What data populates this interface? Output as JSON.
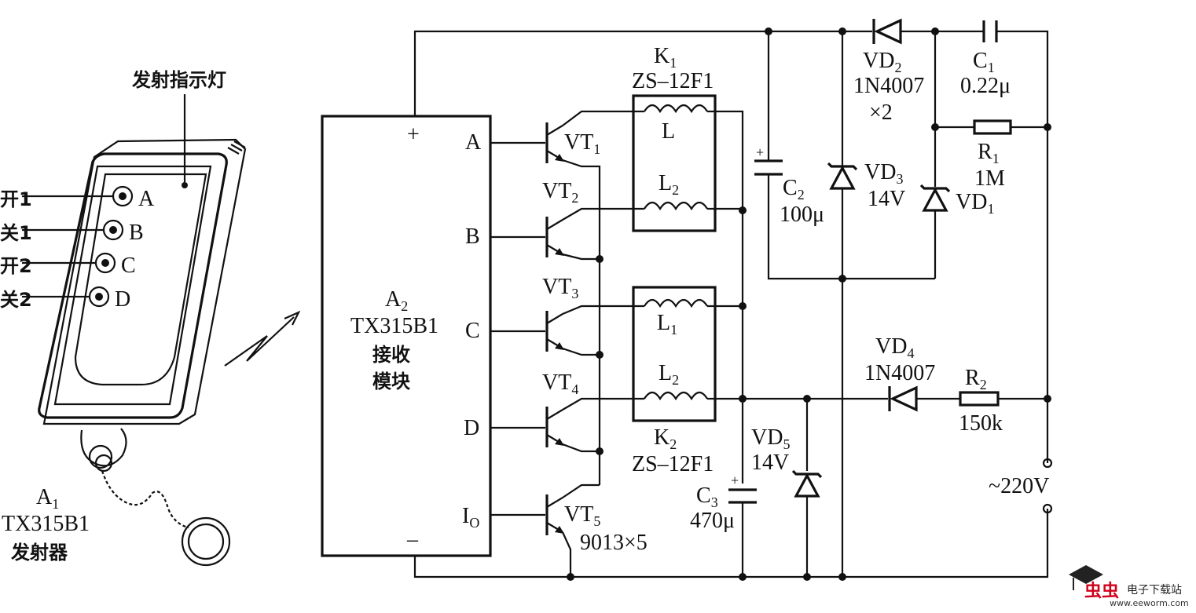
{
  "remote": {
    "indicator_label": "发射指示灯",
    "buttons": [
      {
        "label": "开1",
        "key": "A"
      },
      {
        "label": "关1",
        "key": "B"
      },
      {
        "label": "开2",
        "key": "C"
      },
      {
        "label": "关2",
        "key": "D"
      }
    ],
    "ref": "A",
    "ref_sub": "1",
    "model": "TX315B1",
    "name": "发射器"
  },
  "receiver": {
    "ref": "A",
    "ref_sub": "2",
    "model": "TX315B1",
    "name_line1": "接收",
    "name_line2": "模块",
    "plus": "+",
    "minus": "–",
    "pins": [
      "A",
      "B",
      "C",
      "D"
    ],
    "pin_io": "I",
    "pin_io_sub": "O"
  },
  "transistors": {
    "prefix": "VT",
    "subs": [
      "1",
      "2",
      "3",
      "4",
      "5"
    ],
    "spec": "9013×5"
  },
  "relays": [
    {
      "ref": "K",
      "sub": "1",
      "model": "ZS–12F1",
      "coil_top": "L",
      "coil_top_sub": "",
      "coil_bottom": "L",
      "coil_bottom_sub": "2"
    },
    {
      "ref": "K",
      "sub": "2",
      "model": "ZS–12F1",
      "coil_top": "L",
      "coil_top_sub": "1",
      "coil_bottom": "L",
      "coil_bottom_sub": "2"
    }
  ],
  "components": {
    "c1": {
      "ref": "C",
      "sub": "1",
      "value": "0.22μ"
    },
    "c2": {
      "ref": "C",
      "sub": "2",
      "value": "100μ",
      "polarity": "+"
    },
    "c3": {
      "ref": "C",
      "sub": "3",
      "value": "470μ",
      "polarity": "+"
    },
    "r1": {
      "ref": "R",
      "sub": "1",
      "value": "1M"
    },
    "r2": {
      "ref": "R",
      "sub": "2",
      "value": "150k"
    },
    "vd1": {
      "ref": "VD",
      "sub": "1"
    },
    "vd2": {
      "ref": "VD",
      "sub": "2",
      "value": "1N4007",
      "extra": "×2"
    },
    "vd3": {
      "ref": "VD",
      "sub": "3",
      "value": "14V"
    },
    "vd4": {
      "ref": "VD",
      "sub": "4",
      "value": "1N4007"
    },
    "vd5": {
      "ref": "VD",
      "sub": "5",
      "value": "14V"
    }
  },
  "mains": "~220V",
  "watermark": {
    "logo": "虫虫",
    "name": "电子下载站",
    "url": "www.eeworm.com",
    "logo_color": "#d0021b"
  }
}
